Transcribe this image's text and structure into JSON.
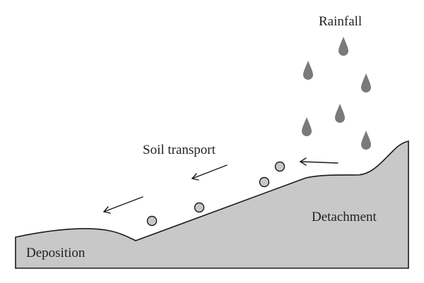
{
  "labels": {
    "rainfall": "Rainfall",
    "soil_transport": "Soil transport",
    "detachment": "Detachment",
    "deposition": "Deposition"
  },
  "colors": {
    "ground": "#c8c8c8",
    "outline": "#1a1a1a",
    "raindrop": "#7a7a7a",
    "particle": "#c8c8c8",
    "text": "#222222"
  },
  "icons": {
    "raindrop": "raindrop-icon",
    "particle": "soil-particle-icon",
    "arrow": "arrow-left-icon"
  }
}
